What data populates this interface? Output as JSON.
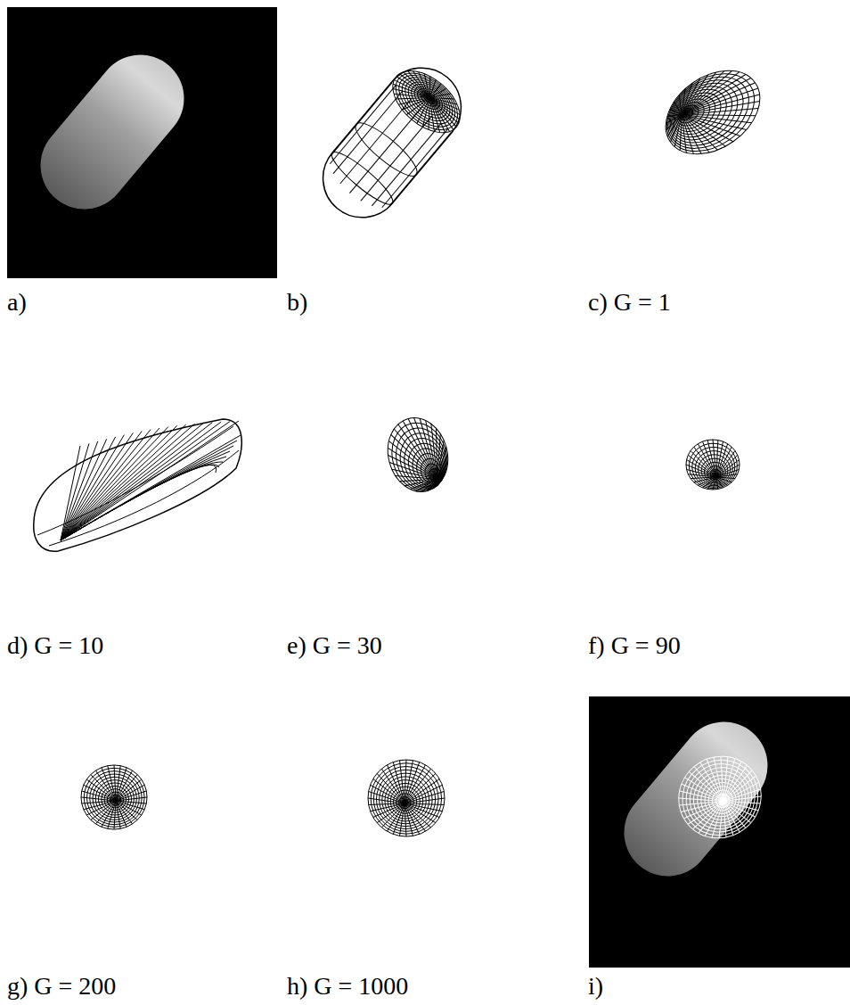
{
  "diagram": {
    "labels": [
      "a)",
      "b)",
      "c) G = 1",
      "d) G = 10",
      "e) G = 30",
      "f) G = 90",
      "g) G = 200",
      "h) G = 1000",
      "i)"
    ]
  }
}
